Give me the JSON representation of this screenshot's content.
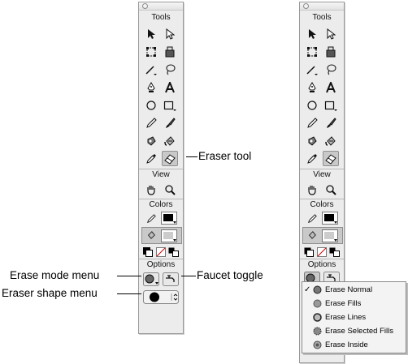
{
  "left_panel": {
    "sections": {
      "tools": "Tools",
      "view": "View",
      "colors": "Colors",
      "options": "Options"
    }
  },
  "right_panel": {
    "sections": {
      "tools": "Tools",
      "view": "View",
      "colors": "Colors",
      "options": "Options"
    }
  },
  "callouts": {
    "eraser_tool": "Eraser tool",
    "erase_mode_menu": "Erase mode menu",
    "faucet_toggle": "Faucet toggle",
    "eraser_shape_menu": "Eraser shape menu"
  },
  "erase_mode_popup": {
    "items": [
      {
        "label": "Erase Normal",
        "checked": true,
        "check_mark": "✓"
      },
      {
        "label": "Erase Fills",
        "checked": false
      },
      {
        "label": "Erase Lines",
        "checked": false
      },
      {
        "label": "Erase Selected Fills",
        "checked": false
      },
      {
        "label": "Erase Inside",
        "checked": false
      }
    ]
  },
  "icons": [
    "arrow-icon",
    "subselect-icon",
    "free-transform-icon",
    "fill-transform-icon",
    "line-icon",
    "lasso-icon",
    "pen-icon",
    "text-icon",
    "oval-icon",
    "rectangle-icon",
    "pencil-icon",
    "brush-icon",
    "ink-bottle-icon",
    "paint-bucket-icon",
    "eyedropper-icon",
    "eraser-icon",
    "hand-icon",
    "zoom-icon",
    "stroke-color-icon",
    "fill-color-icon",
    "faucet-icon",
    "eraser-shape-icon"
  ],
  "colors": {
    "panel_bg": "#ececec",
    "selected_tool_bg": "#c9c9c9",
    "ink": "#000000"
  }
}
